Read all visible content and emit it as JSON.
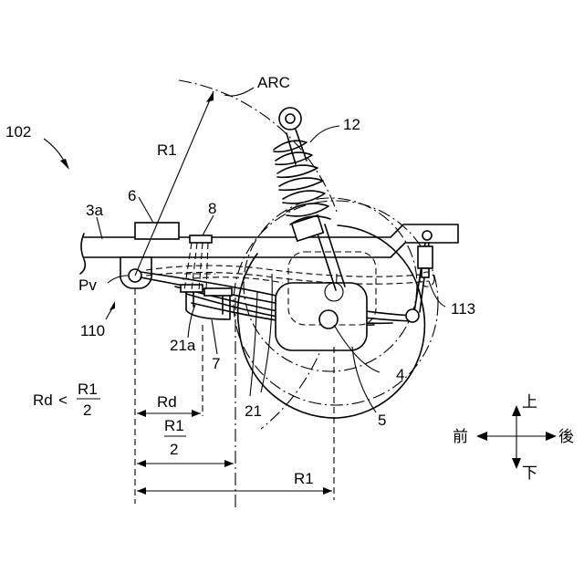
{
  "labels": {
    "fig": "102",
    "arc": "ARC",
    "r1": "R1",
    "shock": "12",
    "frame": "3a",
    "part6": "6",
    "part8": "8",
    "pv": "Pv",
    "bracket": "110",
    "seat": "21a",
    "part7": "7",
    "spring": "21",
    "part4": "4",
    "part5": "5",
    "link": "113"
  },
  "formula": {
    "left": "Rd",
    "op": "<",
    "num": "R1",
    "den": "2"
  },
  "dims": {
    "rd": "Rd",
    "half_num": "R1",
    "half_den": "2",
    "r1": "R1"
  },
  "directions": {
    "up": "上",
    "down": "下",
    "front": "前",
    "rear": "後"
  }
}
